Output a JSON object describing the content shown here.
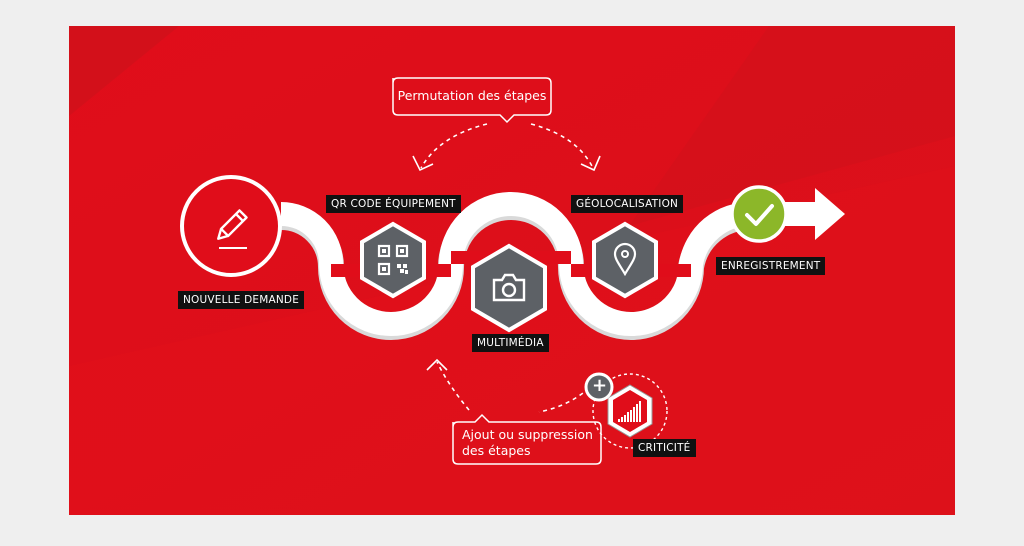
{
  "colors": {
    "background": "#efefef",
    "panel_red": "#e00d1a",
    "panel_red_dark": "#b8161c",
    "hexagon_gray": "#5d6166",
    "check_green": "#8cb729",
    "label_bg": "#111111"
  },
  "steps": {
    "nouvelle_demande": {
      "label": "NOUVELLE DEMANDE",
      "icon": "pencil-icon"
    },
    "qr_code": {
      "label": "QR CODE ÉQUIPEMENT",
      "icon": "qr-code-icon"
    },
    "multimedia": {
      "label": "MULTIMÉDIA",
      "icon": "camera-icon"
    },
    "geolocalisation": {
      "label": "GÉOLOCALISATION",
      "icon": "location-pin-icon"
    },
    "enregistrement": {
      "label": "ENREGISTREMENT",
      "icon": "checkmark-icon"
    },
    "criticite": {
      "label": "CRITICITÉ",
      "icon": "signal-bars-icon"
    }
  },
  "callouts": {
    "permutation": "Permutation des étapes",
    "ajout_line1": "Ajout ou suppression",
    "ajout_line2": "des étapes"
  },
  "icons": {
    "plus": "+"
  }
}
